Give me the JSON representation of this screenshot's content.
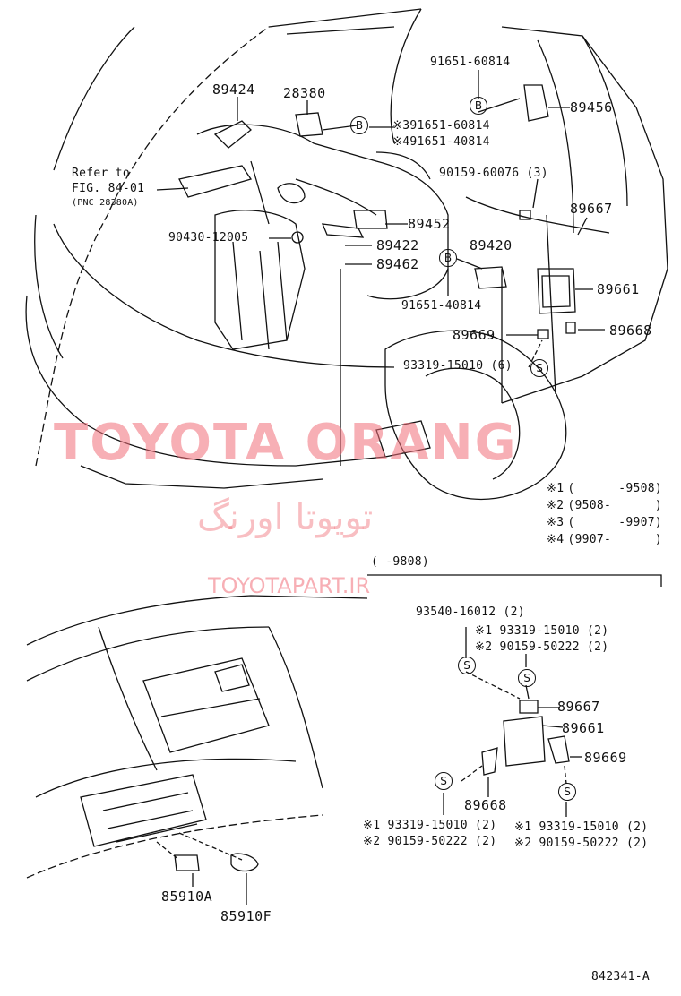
{
  "labels": {
    "p89424": "89424",
    "p28380": "28380",
    "p91651_60814_top": "91651-60814",
    "p89456": "89456",
    "p91651_60814_n3": "※391651-60814",
    "p91651_40814_n4": "※491651-40814",
    "p90159_60076": "90159-60076 (3)",
    "refer_to": "Refer to",
    "fig_ref": "FIG. 84-01",
    "pnc_ref": "(PNC 28380A)",
    "p89452": "89452",
    "p89667_top": "89667",
    "p90430": "90430-12005",
    "p89422": "89422",
    "p89420": "89420",
    "p89462": "89462",
    "p89661_top": "89661",
    "p91651_40814": "91651-40814",
    "p89669_top": "89669",
    "p89668_top": "89668",
    "p93319_15010_6": "93319-15010 (6)",
    "b_marker": "B",
    "s_marker": "S",
    "p93540": "93540-16012 (2)",
    "n1_93319": "※1 93319-15010 (2)",
    "n2_90159": "※2 90159-50222 (2)",
    "p89667_low": "89667",
    "p89661_low": "89661",
    "p89669_low": "89669",
    "p89668_low": "89668",
    "left_n1": "※1 93319-15010 (2)",
    "left_n2": "※2 90159-50222 (2)",
    "right_n1": "※1 93319-15010 (2)",
    "right_n2": "※2 90159-50222 (2)",
    "p85910a": "85910A",
    "p85910f": "85910F",
    "range_header": "(       -9808)",
    "diagram_id": "842341-A"
  },
  "legend": [
    {
      "key": "※1",
      "range": "(      -9508)"
    },
    {
      "key": "※2",
      "range": "(9508-      )"
    },
    {
      "key": "※3",
      "range": "(      -9907)"
    },
    {
      "key": "※4",
      "range": "(9907-      )"
    }
  ],
  "watermark": {
    "brand": "TOYOTA ORANG",
    "persian": "تویوتا اورنگ",
    "url": "TOYOTAPART.IR",
    "color": "#f06e78"
  }
}
